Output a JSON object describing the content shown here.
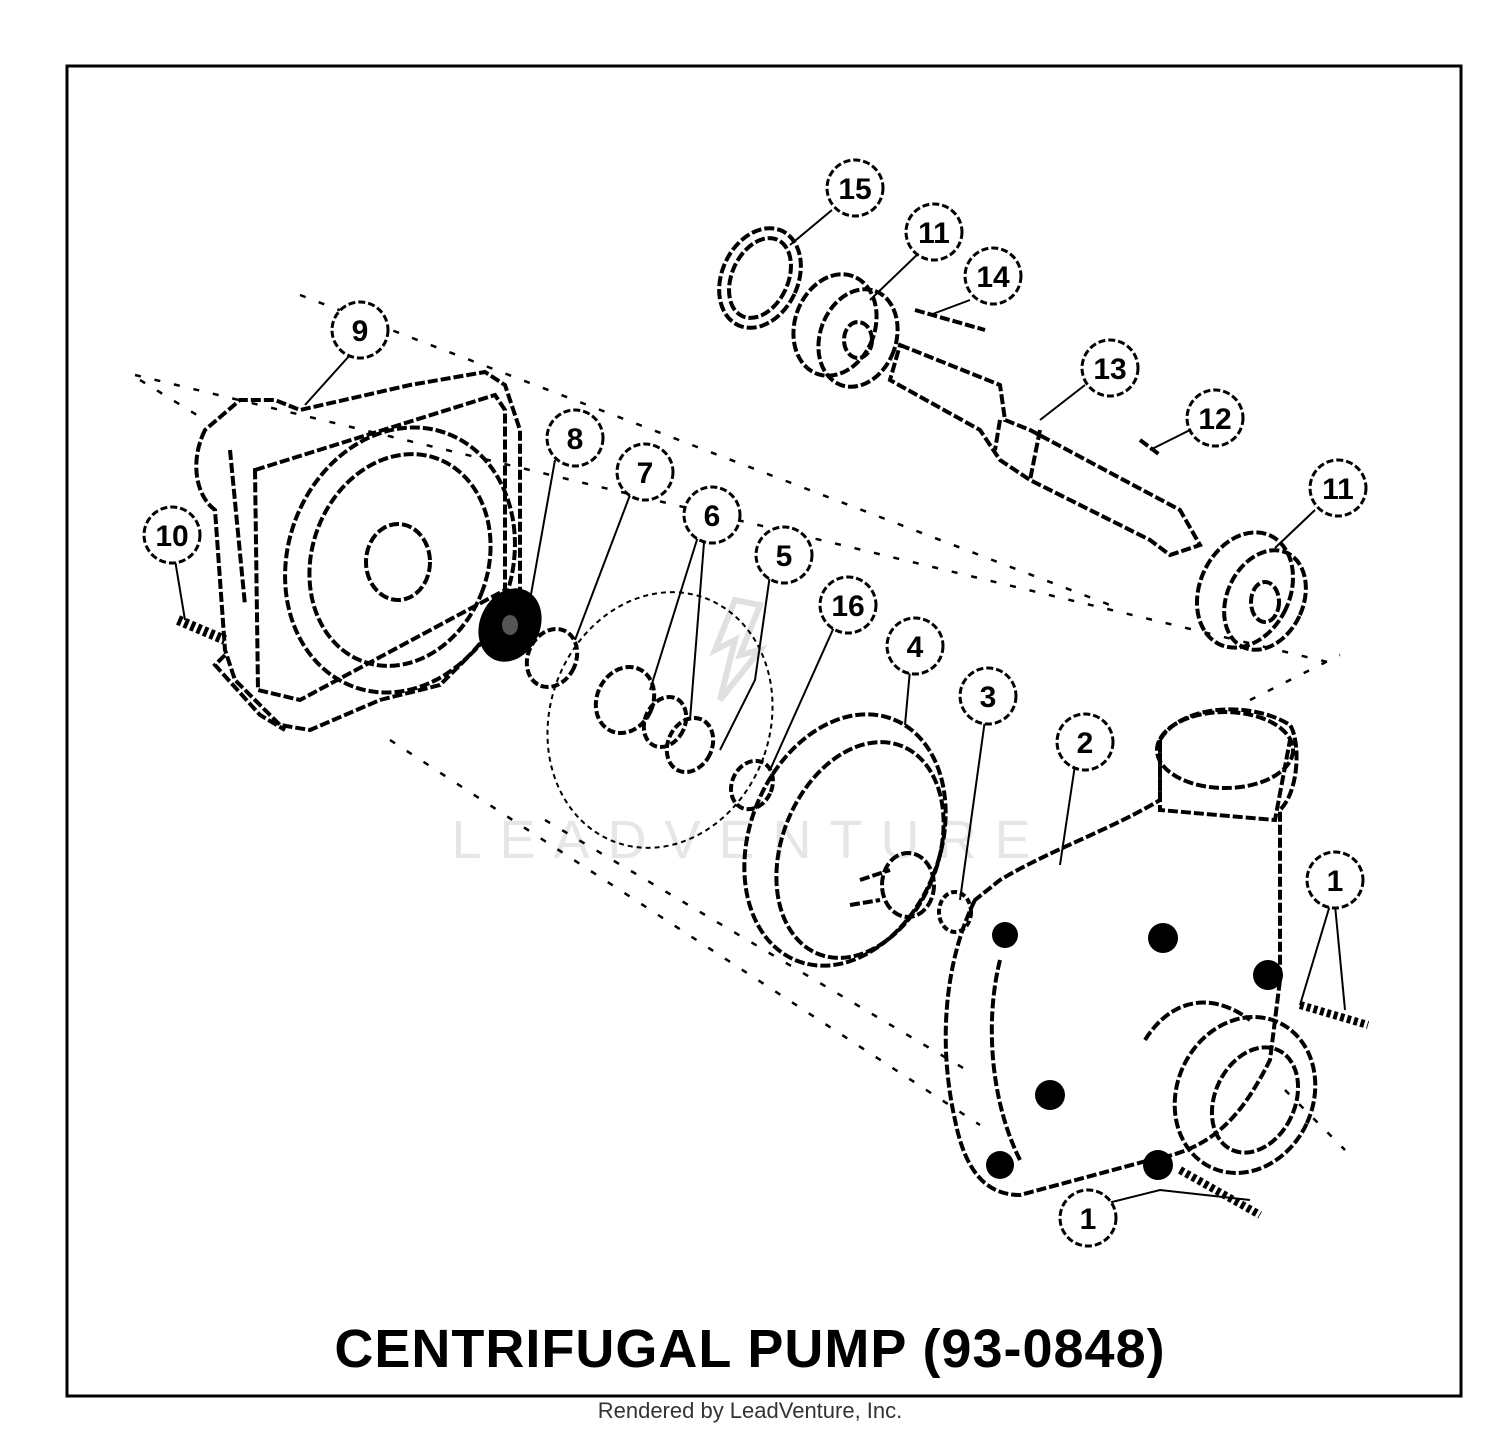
{
  "title": "CENTRIFUGAL PUMP (93-0848)",
  "credit": "Rendered by LeadVenture, Inc.",
  "watermark": "LEADVENTURE",
  "colors": {
    "ink": "#000000",
    "watermark": "#e6e6e6",
    "background": "#ffffff"
  },
  "callouts": [
    {
      "id": "c15",
      "label": "15"
    },
    {
      "id": "c11a",
      "label": "11"
    },
    {
      "id": "c14",
      "label": "14"
    },
    {
      "id": "c13",
      "label": "13"
    },
    {
      "id": "c12",
      "label": "12"
    },
    {
      "id": "c11b",
      "label": "11"
    },
    {
      "id": "c9",
      "label": "9"
    },
    {
      "id": "c8",
      "label": "8"
    },
    {
      "id": "c7",
      "label": "7"
    },
    {
      "id": "c6",
      "label": "6"
    },
    {
      "id": "c5",
      "label": "5"
    },
    {
      "id": "c16",
      "label": "16"
    },
    {
      "id": "c4",
      "label": "4"
    },
    {
      "id": "c3",
      "label": "3"
    },
    {
      "id": "c2",
      "label": "2"
    },
    {
      "id": "c1a",
      "label": "1"
    },
    {
      "id": "c1b",
      "label": "1"
    },
    {
      "id": "c10",
      "label": "10"
    }
  ]
}
